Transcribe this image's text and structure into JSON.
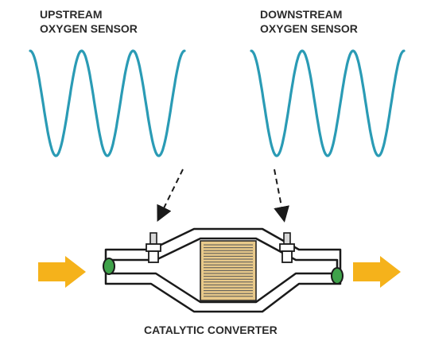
{
  "upstream_sensor": {
    "line1": "UPSTREAM",
    "line2": "OXYGEN SENSOR"
  },
  "downstream_sensor": {
    "line1": "DOWNSTREAM",
    "line2": "OXYGEN SENSOR"
  },
  "converter_label": "CATALYTIC CONVERTER",
  "colors": {
    "wave": "#2a9bb5",
    "arrow": "#f5b21b",
    "pipe_outline": "#1a1a1a",
    "pipe_fill": "#ffffff",
    "pipe_ends": "#3fa24a",
    "core": "#e8c98a",
    "core_lines": "#555555"
  },
  "waveforms": {
    "upstream": {
      "cycles": 3
    },
    "downstream": {
      "cycles": 3
    }
  },
  "icons": {
    "flow_in": "exhaust-flow-arrow",
    "flow_out": "exhaust-flow-arrow"
  }
}
